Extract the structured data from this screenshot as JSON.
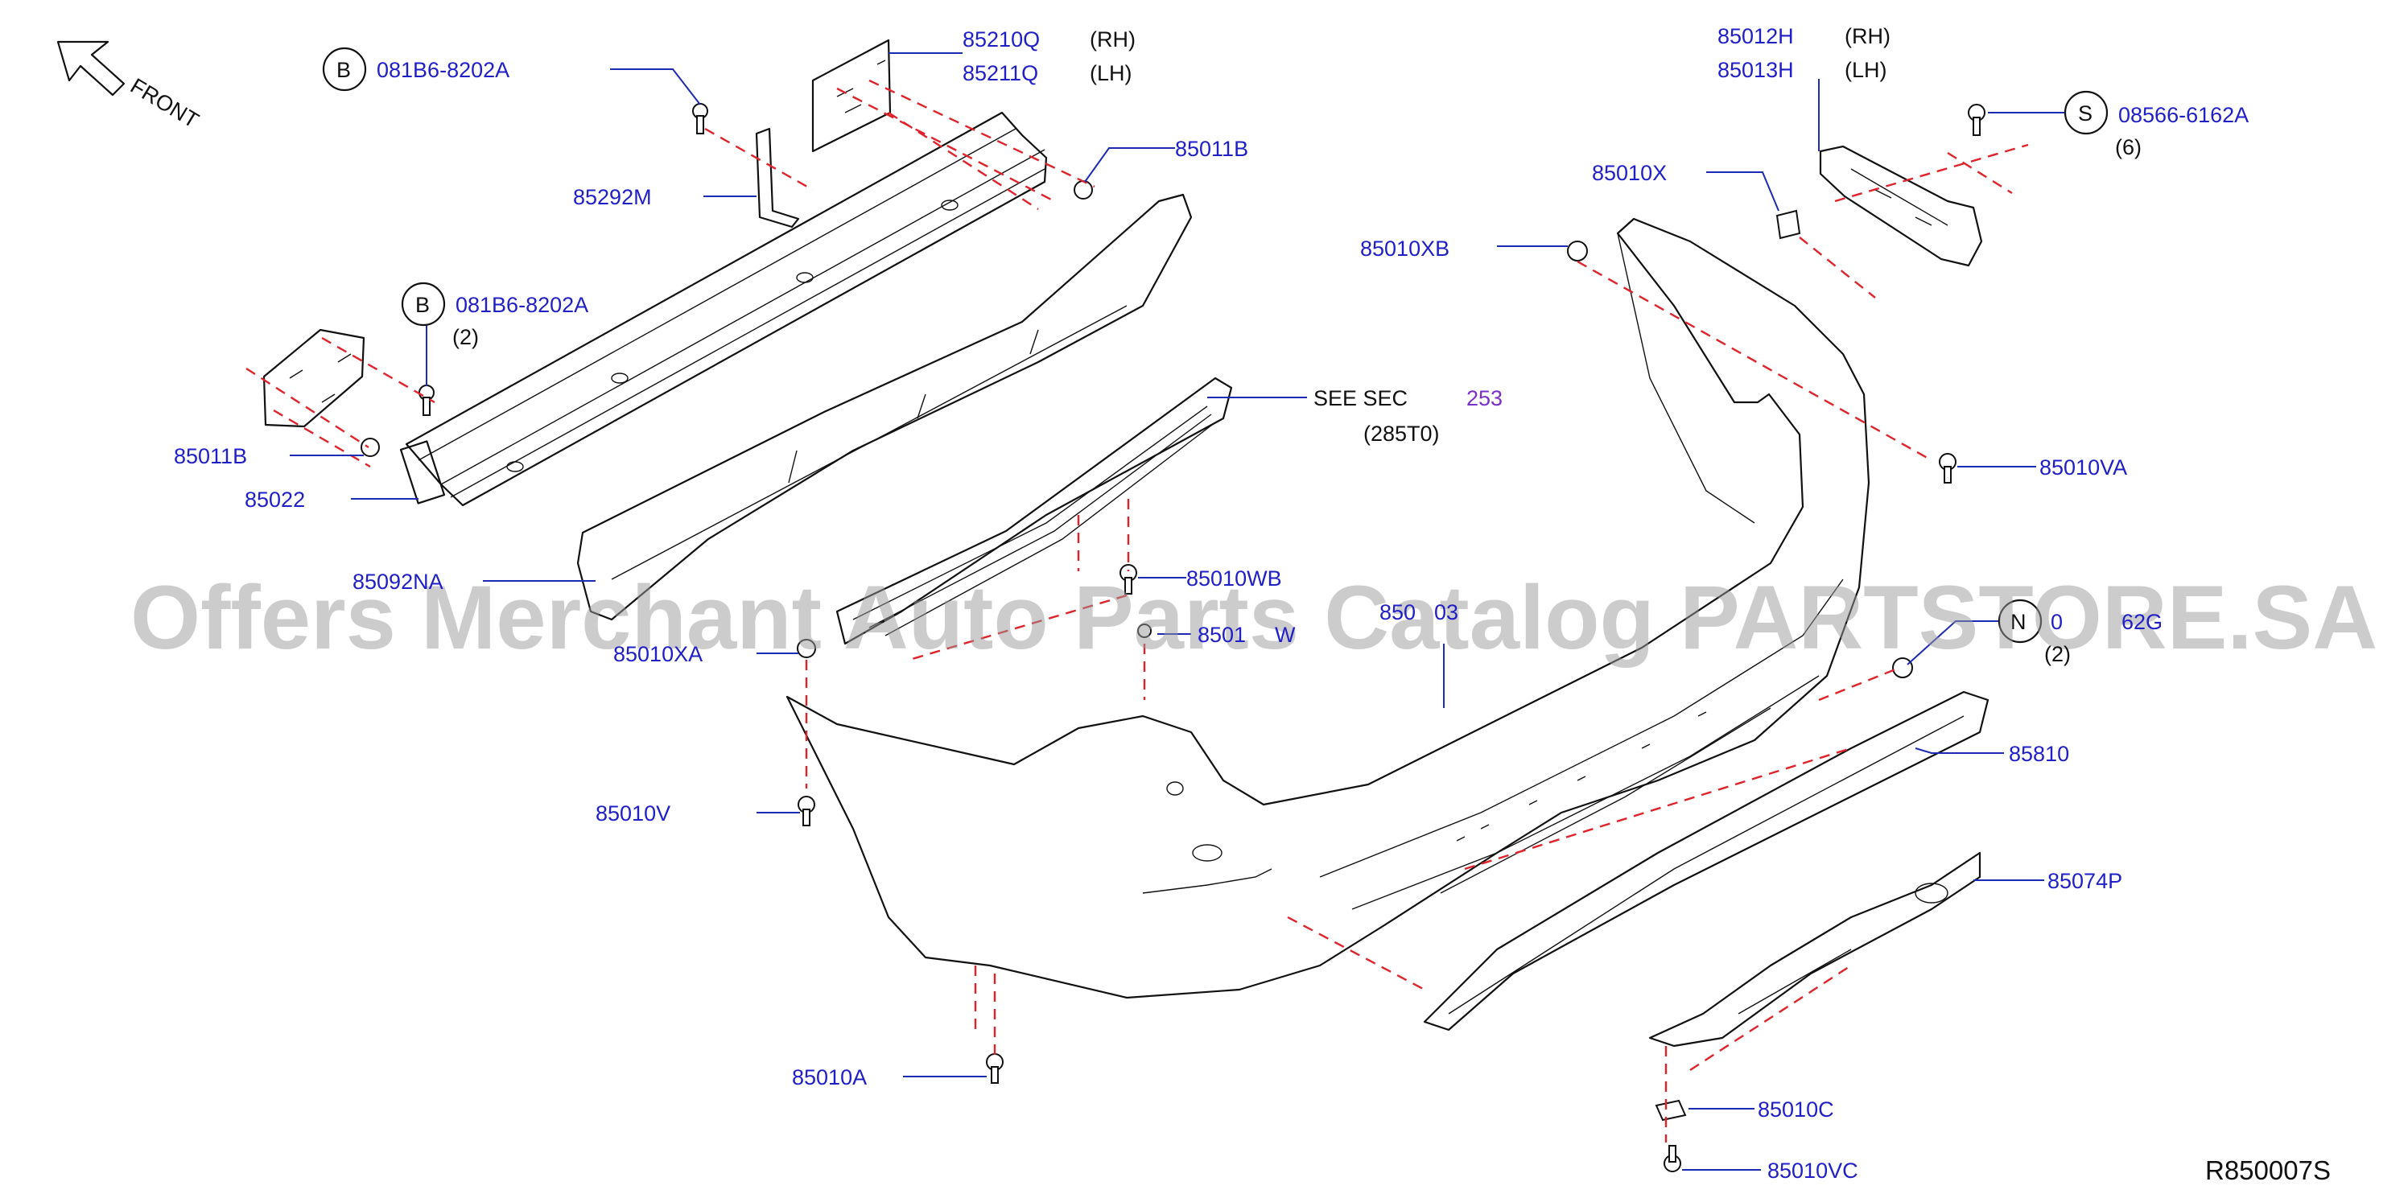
{
  "callouts": {
    "front": "FRONT",
    "b_top": "081B6-8202A",
    "b_mid": "081B6-8202A",
    "b_mid_qty": "(2)",
    "b_symbol_top": "B",
    "b_symbol_mid": "B",
    "p85210q": "85210Q",
    "p85211q": "85211Q",
    "rh1": "(RH)",
    "lh1": "(LH)",
    "p85292m": "85292M",
    "p85011b_top": "85011B",
    "p85011b_left": "85011B",
    "p85022": "85022",
    "p85092na": "85092NA",
    "see_sec": "SEE   SEC",
    "sec_num": "253",
    "sec_sub": "(285T0)",
    "p85012h": "85012H",
    "p85013h": "85013H",
    "rh2": "(RH)",
    "lh2": "(LH)",
    "s_code": "08566-6162A",
    "s_symbol": "S",
    "s_qty": "(6)",
    "p85010x": "85010X",
    "p85010xb": "85010XB",
    "p85010va": "85010VA",
    "p85010wb": "85010WB",
    "p85010w": "8501",
    "p85010w_tail": "W",
    "p85010xa": "85010XA",
    "p850_center": "850",
    "p850_center_tail": "03",
    "n_code_head": "0",
    "n_code_tail": "62G",
    "n_symbol": "N",
    "n_qty": "(2)",
    "p85810": "85810",
    "p85010v": "85010V",
    "p85074p": "85074P",
    "p85010a": "85010A",
    "p85010c": "85010C",
    "p85010vc": "85010VC",
    "ref_code": "R850007S"
  },
  "watermark": "Offers Merchant Auto Parts Catalog PARTSTORE.SA",
  "colors": {
    "part_label": "#1f1fc8",
    "leader_line": "#1c2bb4",
    "phantom_line": "#e0232a",
    "section_link": "#7a2fc9",
    "line_art": "#111111",
    "watermark": "#9a9a9a"
  }
}
